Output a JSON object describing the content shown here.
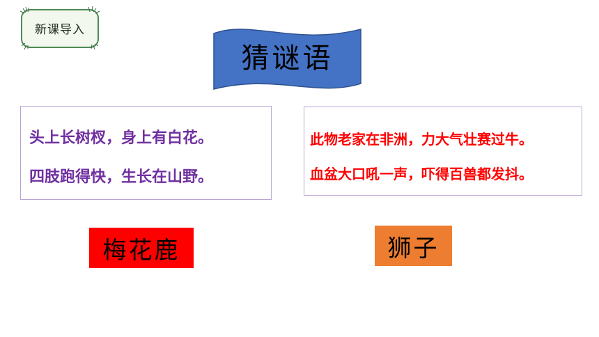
{
  "badge": {
    "label": "新课导入"
  },
  "banner": {
    "title": "猜谜语"
  },
  "riddles": [
    {
      "lines": [
        "头上长树杈，身上有白花。",
        "四肢跑得快，生长在山野。"
      ],
      "answer": "梅花鹿"
    },
    {
      "lines": [
        "此物老家在非洲，力大气壮赛过牛。",
        "血盆大口吼一声，吓得百兽都发抖。"
      ],
      "answer": "狮子"
    }
  ],
  "colors": {
    "riddle1_text": "#7030a0",
    "riddle2_text": "#ff0000",
    "answer1_bg": "#ff0000",
    "answer2_bg": "#ed7d31",
    "banner_fill": "#4472c4",
    "badge_border": "#4f8a56"
  }
}
